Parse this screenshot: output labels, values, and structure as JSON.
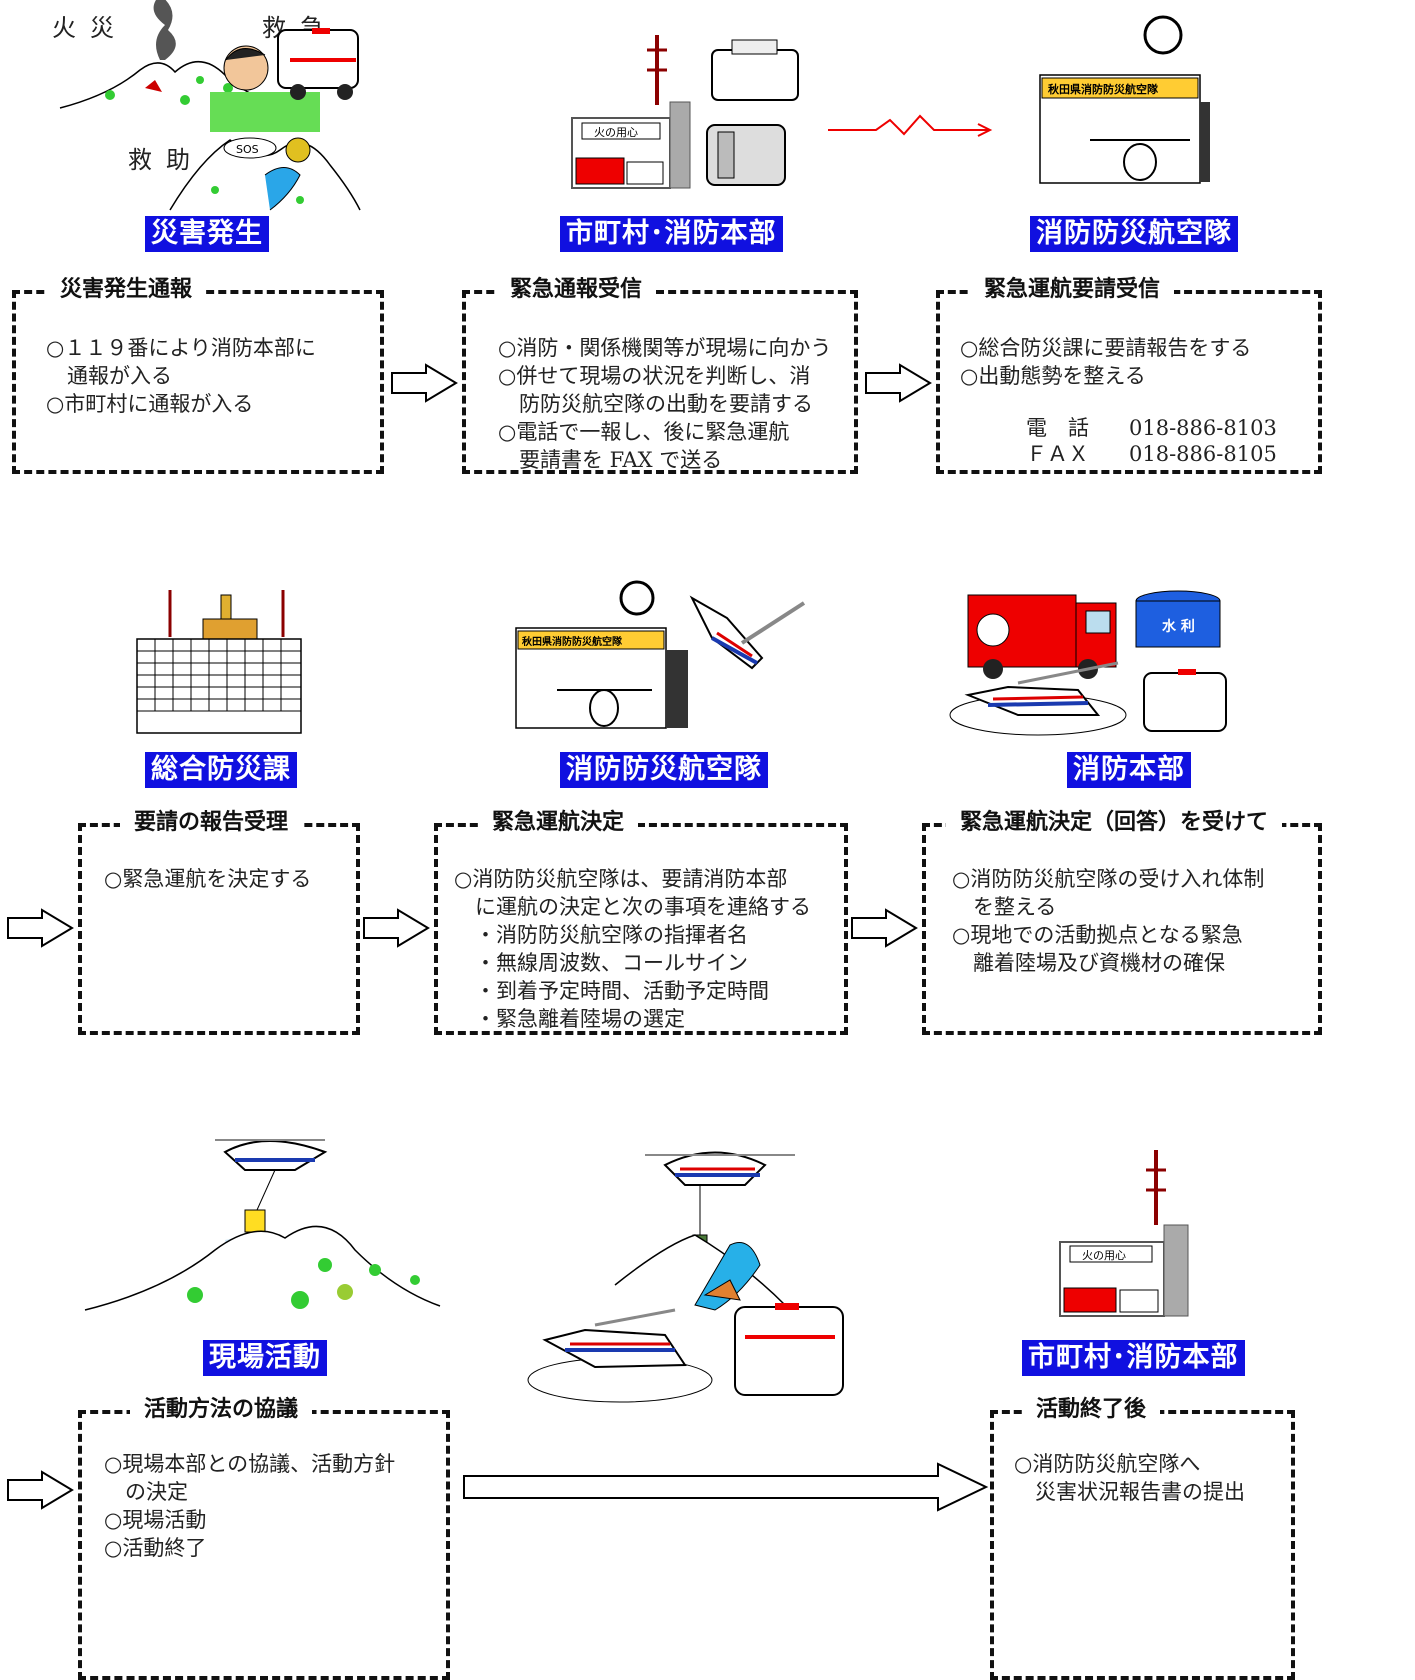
{
  "captions": {
    "fire": "火災",
    "emergency": "救急",
    "rescue": "救助",
    "sos": "SOS"
  },
  "signs": {
    "station": "火の用心",
    "aviation": "秋田県消防防災航空隊",
    "water": "水 利"
  },
  "labels": {
    "disaster": "災害発生",
    "city_hq_1": "市町村･消防本部",
    "aviation_1": "消防防災航空隊",
    "general": "総合防災課",
    "aviation_2": "消防防災航空隊",
    "fire_hq": "消防本部",
    "field": "現場活動",
    "city_hq_2": "市町村･消防本部"
  },
  "boxes": {
    "b1": {
      "title": "災害発生通報",
      "lines": [
        "○１１９番により消防本部に",
        "　通報が入る",
        "○市町村に通報が入る"
      ]
    },
    "b2": {
      "title": "緊急通報受信",
      "lines": [
        "○消防・関係機関等が現場に向かう",
        "○併せて現場の状況を判断し、消",
        "　防防災航空隊の出動を要請する",
        "○電話で一報し、後に緊急運航",
        "　要請書を FAX で送る"
      ]
    },
    "b3": {
      "title": "緊急運航要請受信",
      "lines": [
        "○総合防災課に要請報告をする",
        "○出動態勢を整える"
      ],
      "contacts": [
        {
          "label": "電　話",
          "value": "018-886-8103"
        },
        {
          "label": "ＦＡＸ",
          "value": "018-886-8105"
        }
      ]
    },
    "b4": {
      "title": "要請の報告受理",
      "lines": [
        "○緊急運航を決定する"
      ]
    },
    "b5": {
      "title": "緊急運航決定",
      "lines": [
        "○消防防災航空隊は、要請消防本部",
        "　に運航の決定と次の事項を連絡する",
        "　・消防防災航空隊の指揮者名",
        "　・無線周波数、コールサイン",
        "　・到着予定時間、活動予定時間",
        "　・緊急離着陸場の選定"
      ]
    },
    "b6": {
      "title": "緊急運航決定（回答）を受けて",
      "lines": [
        "○消防防災航空隊の受け入れ体制",
        "　を整える",
        "○現地での活動拠点となる緊急",
        "　離着陸場及び資機材の確保"
      ]
    },
    "b7": {
      "title": "活動方法の協議",
      "lines": [
        "○現場本部との協議、活動方針",
        "　の決定",
        "○現場活動",
        "○活動終了"
      ]
    },
    "b8": {
      "title": "活動終了後",
      "lines": [
        "○消防防災航空隊へ",
        "　災害状況報告書の提出"
      ]
    }
  }
}
